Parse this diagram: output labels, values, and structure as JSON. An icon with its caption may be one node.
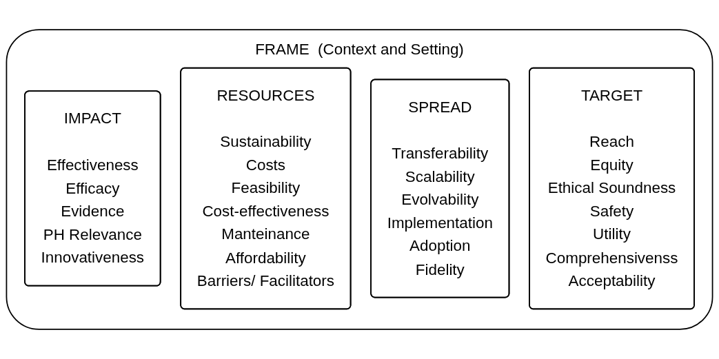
{
  "diagram": {
    "nodes": [
      {
        "text": [
          "FRAME  (Context and Setting)"
        ]
      },
      {
        "text": [
          "IMPACT",
          "Effectiveness",
          "Efficacy",
          "Evidence",
          "PH Relevance",
          "Innovativeness"
        ],
        "in": 0
      },
      {
        "text": [
          "RESOURCES",
          "Sustainability",
          "Costs",
          "Feasibility",
          "Cost-effectiveness",
          "Manteinance",
          "Affordability",
          "Barriers/ Facilitators"
        ],
        "in": 0
      },
      {
        "text": [
          "SPREAD",
          "Transferability",
          "Scalability",
          "Evolvability",
          "Implementation",
          "Adoption",
          "Fidelity"
        ],
        "in": 0
      },
      {
        "text": [
          "TARGET",
          "Reach",
          "Equity",
          "Ethical Soundness",
          "Safety",
          "Utility",
          "Comprehensivenss",
          "Acceptability"
        ],
        "in": 0
      }
    ],
    "edges": []
  }
}
